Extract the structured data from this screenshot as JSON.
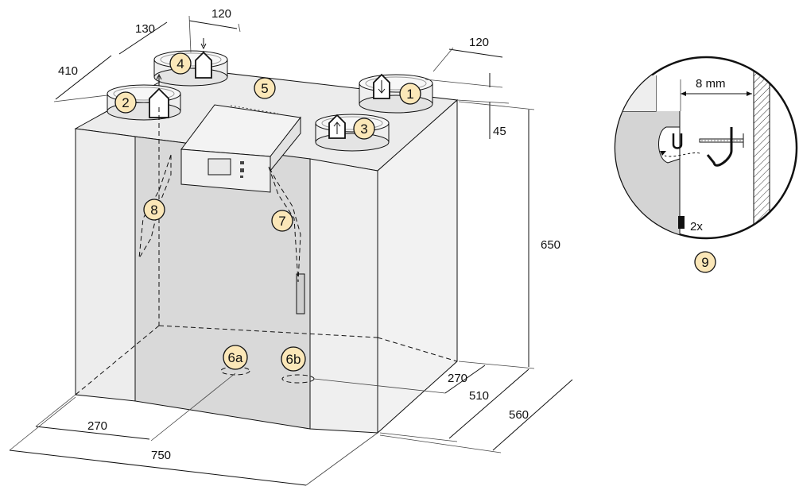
{
  "dimensions": {
    "top_spacing_a": "120",
    "top_spacing_b": "130",
    "depth_left": "410",
    "right_spacing": "120",
    "top_offset": "45",
    "height": "650",
    "inner_depth": "270",
    "depth_510": "510",
    "depth_560": "560",
    "left_offset": "270",
    "width": "750"
  },
  "badges": {
    "b1": "1",
    "b2": "2",
    "b3": "3",
    "b4": "4",
    "b5": "5",
    "b6a": "6a",
    "b6b": "6b",
    "b7": "7",
    "b8": "8",
    "b9": "9"
  },
  "detail": {
    "gap": "8 mm",
    "count": "2x"
  },
  "colors": {
    "badge_fill": "#fbe7b8",
    "panel": "#e6e6e6",
    "side": "#f4f4f4",
    "top": "#ececec",
    "door": "#d9d9d9"
  }
}
